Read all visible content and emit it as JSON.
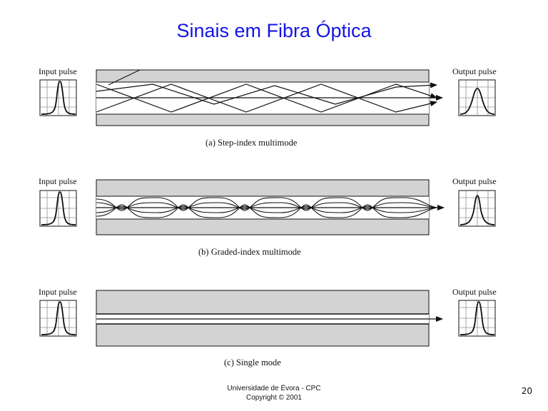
{
  "slide": {
    "title": "Sinais em Fibra Óptica",
    "page_number": "20",
    "footer": {
      "line1": "Universidade de Évora - CPC",
      "line2": "Copyright © 2001"
    }
  },
  "panels": [
    {
      "id": "step-index",
      "input_label": "Input pulse",
      "output_label": "Output pulse",
      "caption": "(a) Step-index multimode"
    },
    {
      "id": "graded-index",
      "input_label": "Input pulse",
      "output_label": "Output pulse",
      "caption": "(b) Graded-index multimode"
    },
    {
      "id": "single-mode",
      "input_label": "Input pulse",
      "output_label": "Output pulse",
      "caption": "(c) Single mode"
    }
  ],
  "colors": {
    "title": "#1414e6",
    "cladding": "#d3d3d3",
    "core": "#ffffff",
    "lines": "#111111"
  }
}
